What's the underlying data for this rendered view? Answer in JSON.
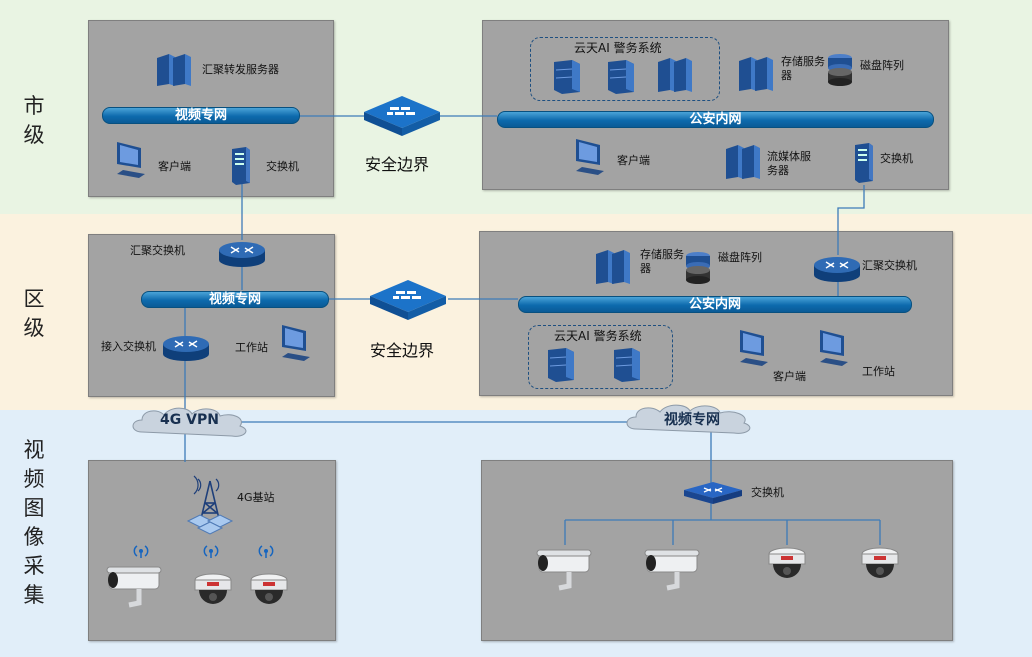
{
  "tiers": {
    "city": "市级",
    "district": "区级",
    "video": "视频图像采集"
  },
  "city": {
    "video_net": {
      "network": "视频专网",
      "aggregation_server": "汇聚转发服务器",
      "client": "客户端",
      "switch": "交换机"
    },
    "boundary": "安全边界",
    "police_net": {
      "network": "公安内网",
      "ai_system": "云天AI 警务系统",
      "storage_server": "存储服务器",
      "disk_array": "磁盘阵列",
      "client": "客户端",
      "streaming_server": "流媒体服务器",
      "switch": "交换机"
    }
  },
  "district": {
    "video_net": {
      "network": "视频专网",
      "aggregation_switch": "汇聚交换机",
      "access_switch": "接入交换机",
      "workstation": "工作站"
    },
    "boundary": "安全边界",
    "police_net": {
      "network": "公安内网",
      "storage_server": "存储服务器",
      "disk_array": "磁盘阵列",
      "aggregation_switch": "汇聚交换机",
      "ai_system": "云天AI 警务系统",
      "client": "客户端",
      "workstation": "工作站"
    }
  },
  "video": {
    "vpn_cloud": "4G VPN",
    "video_cloud": "视频专网",
    "base_station": "4G基站",
    "switch": "交换机"
  },
  "colors": {
    "city_band": "#e9f4e3",
    "district_band": "#fbf2df",
    "video_band": "#e1eef9",
    "panel": "#a3a3a3",
    "network_pipe": "#0d6aad",
    "server": "#2a5fa8"
  }
}
